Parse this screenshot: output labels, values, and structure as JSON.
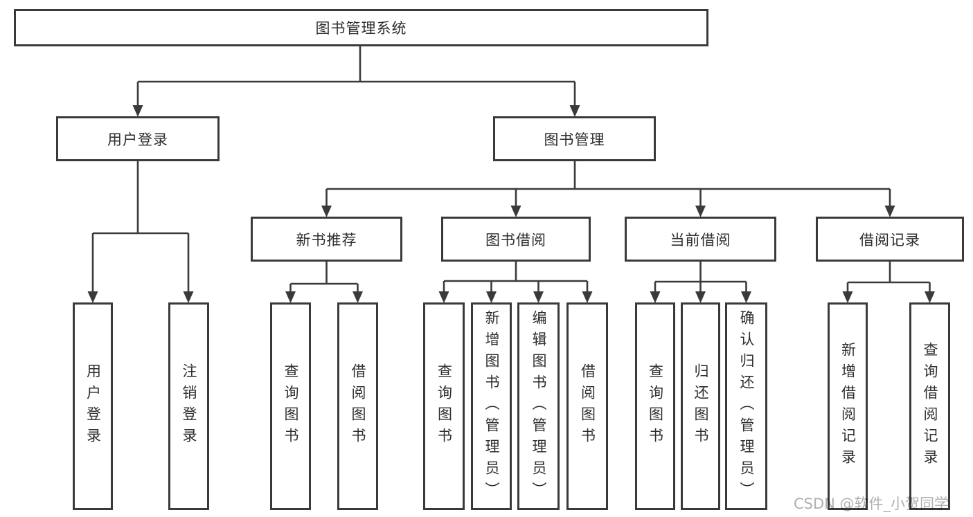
{
  "diagram": {
    "type": "hierarchy-tree",
    "colors": {
      "line": "#3a3a3a",
      "border": "#3a3a3a",
      "text": "#2e2e2e",
      "background": "#ffffff",
      "watermark": "#b0b0b0"
    }
  },
  "tree": {
    "root": "图书管理系统",
    "children": [
      {
        "label": "用户登录",
        "children": [
          {
            "label": "用户登录"
          },
          {
            "label": "注销登录"
          }
        ]
      },
      {
        "label": "图书管理",
        "children": [
          {
            "label": "新书推荐",
            "children": [
              {
                "label": "查询图书"
              },
              {
                "label": "借阅图书"
              }
            ]
          },
          {
            "label": "图书借阅",
            "children": [
              {
                "label": "查询图书"
              },
              {
                "label": "新增图书（管理员）"
              },
              {
                "label": "编辑图书（管理员）"
              },
              {
                "label": "借阅图书"
              }
            ]
          },
          {
            "label": "当前借阅",
            "children": [
              {
                "label": "查询图书"
              },
              {
                "label": "归还图书"
              },
              {
                "label": "确认归还（管理员）"
              }
            ]
          },
          {
            "label": "借阅记录",
            "children": [
              {
                "label": "新增借阅记录"
              },
              {
                "label": "查询借阅记录"
              }
            ]
          }
        ]
      }
    ]
  },
  "watermark": {
    "text": "CSDN @软件_小贺同学"
  }
}
